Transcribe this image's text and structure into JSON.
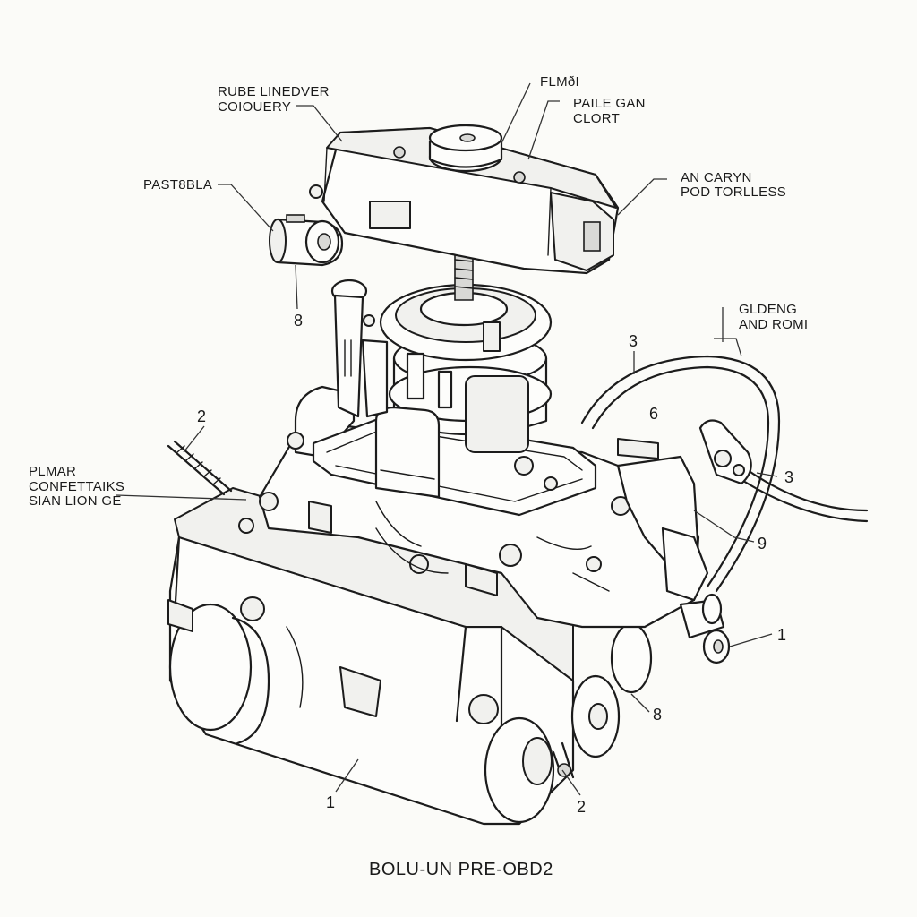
{
  "labels": {
    "top_left_line1": "RUBE LINEDVER",
    "top_left_line2": "COIOUERY",
    "top_center": "FLMðI",
    "top_right_line1": "PAILE GAN",
    "top_right_line2": "CLORT",
    "left_upper": "PAST8BLA",
    "right_upper_line1": "AN CARYN",
    "right_upper_line2": "POD TORLLESS",
    "right_middle_line1": "GLDENG",
    "right_middle_line2": "AND ROMI",
    "left_middle_line1": "PLMAR",
    "left_middle_line2": "CONFETTAIKS",
    "left_middle_line3": "SIAN LION GE"
  },
  "callouts": [
    "8",
    "3",
    "2",
    "6",
    "3",
    "9",
    "1",
    "8",
    "1",
    "2"
  ],
  "caption": "BOLU-UN PRE-OBD2"
}
